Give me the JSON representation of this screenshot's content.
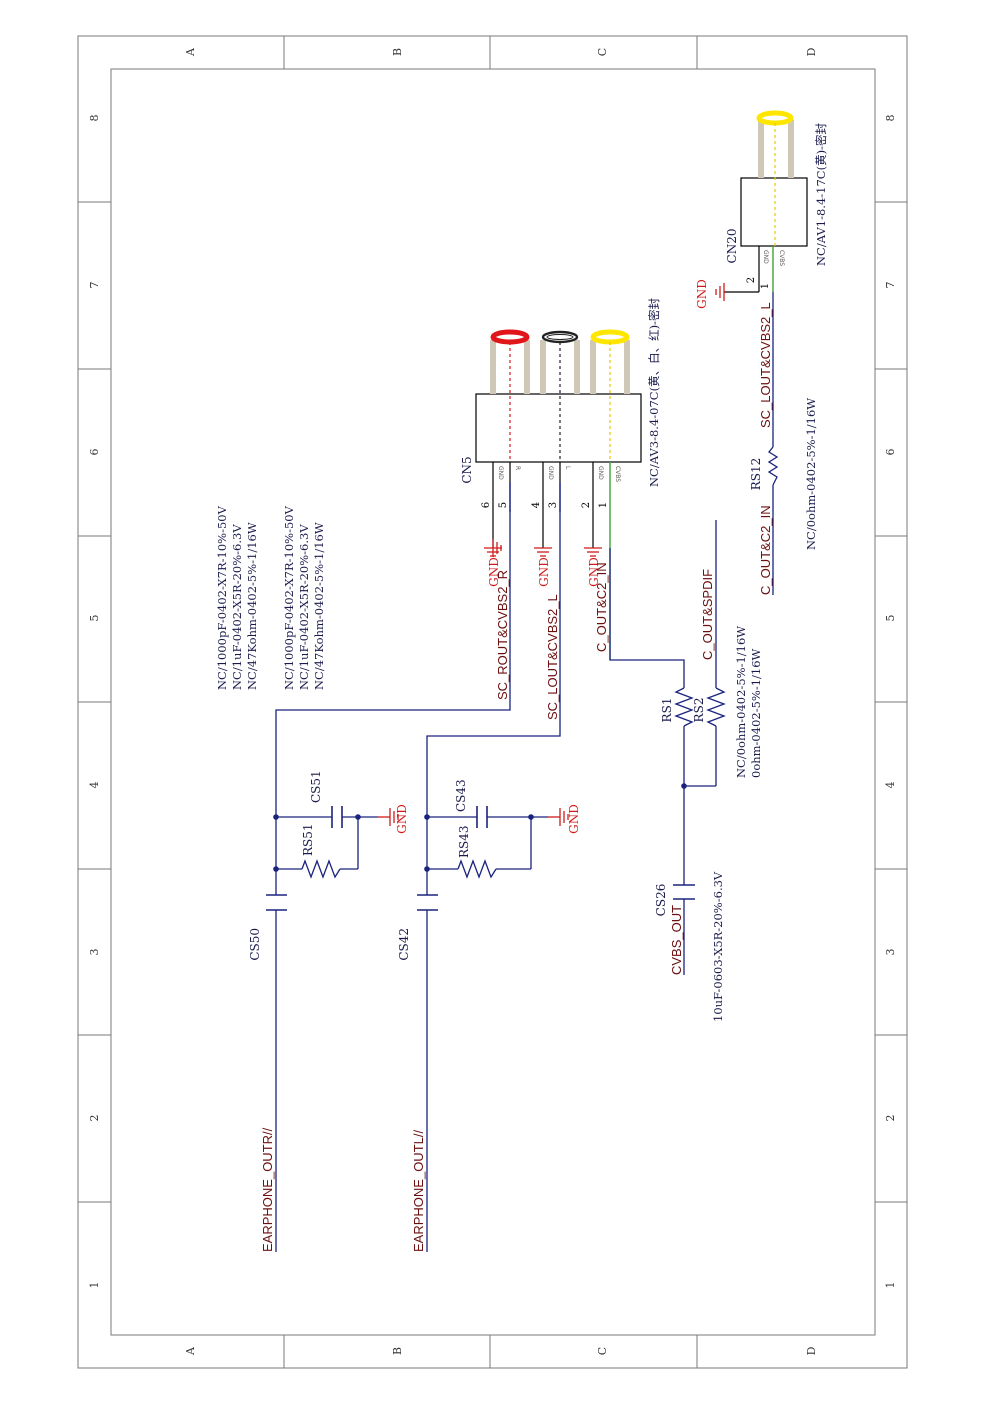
{
  "frame": {
    "zones_letters": [
      "A",
      "B",
      "C",
      "D"
    ],
    "zones_numbers": [
      "1",
      "2",
      "3",
      "4",
      "5",
      "6",
      "7",
      "8"
    ]
  },
  "nets": {
    "earphone_outr": "EARPHONE_OUTR//",
    "earphone_outl": "EARPHONE_OUTL//",
    "sc_rout": "SC_ROUT&CVBS2_R",
    "sc_lout": "SC_LOUT&CVBS2_L",
    "c_out_c2_in": "C_OUT&C2_IN",
    "c_out_spdif": "C_OUT&SPDIF",
    "cvbs_out": "CVBS_OUT",
    "c_out_c2_in_2": "C_OUT&C2_IN",
    "sc_lout_2": "SC_LOUT&CVBS2_L"
  },
  "refs": {
    "cs50": "CS50",
    "rs51": "RS51",
    "cs51": "CS51",
    "cs42": "CS42",
    "rs43": "RS43",
    "cs43": "CS43",
    "cs26": "CS26",
    "rs1": "RS1",
    "rs2": "RS2",
    "rs12": "RS12",
    "cn5": "CN5",
    "cn20": "CN20"
  },
  "values": {
    "group_r_1": "NC/1000pF-0402-X7R-10%-50V",
    "group_r_2": "NC/1uF-0402-X5R-20%-6.3V",
    "group_r_3": "NC/47Kohm-0402-5%-1/16W",
    "group_l_1": "NC/1000pF-0402-X7R-10%-50V",
    "group_l_2": "NC/1uF-0402-X5R-20%-6.3V",
    "group_l_3": "NC/47Kohm-0402-5%-1/16W",
    "cs26": "10uF-0603-X5R-20%-6.3V",
    "rs1": "NC/0ohm-0402-5%-1/16W",
    "rs2": "0ohm-0402-5%-1/16W",
    "rs12": "NC/0ohm-0402-5%-1/16W",
    "cn5": "NC/AV3-8.4-07C(黄、白、红)-密封",
    "cn20": "NC/AV1-8.4-17C(黄)-密封"
  },
  "gnd_label": "GND",
  "cn5_pins": {
    "numbers": [
      "6",
      "5",
      "4",
      "3",
      "2",
      "1"
    ],
    "names": [
      "GND",
      "R",
      "GND",
      "L",
      "GND",
      "CVBS"
    ]
  },
  "cn20_pins": {
    "numbers": [
      "2",
      "1"
    ],
    "names": [
      "GND",
      "CVBS"
    ]
  },
  "colors": {
    "wire": "#1a237e",
    "net_label": "#6b0f0f",
    "gnd": "#d01b1b",
    "jack_red": "#e0161b",
    "jack_white": "#ffffff",
    "jack_yellow": "#ffe600",
    "cvbs_pin": "#3aa63a"
  }
}
